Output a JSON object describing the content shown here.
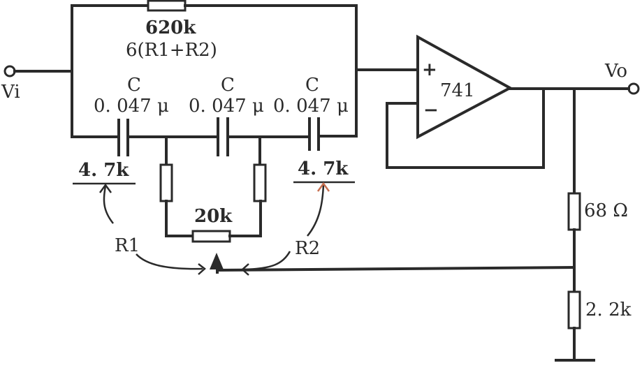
{
  "diagram": {
    "type": "circuit-schematic",
    "title": "Twin-T style notch filter with 741 op-amp buffer",
    "labels": {
      "vin": "Vi",
      "vout": "Vo",
      "r_top_value": "620k",
      "r_top_formula": "6(R1+R2)",
      "cap1_name": "C",
      "cap1_value": "0. 047 μ",
      "cap2_name": "C",
      "cap2_value": "0. 047 μ",
      "cap3_name": "C",
      "cap3_value": "0. 047 μ",
      "r1_value": "4. 7k",
      "r2_value": "4. 7k",
      "pot_value": "20k",
      "r1_name": "R1",
      "r2_name": "R2",
      "opamp": "741",
      "opamp_plus": "+",
      "opamp_minus": "−",
      "r_out_top": "68 Ω",
      "r_out_bottom": "2. 2k"
    },
    "components": [
      {
        "id": "R_top",
        "type": "resistor",
        "value": "620k"
      },
      {
        "id": "C1",
        "type": "capacitor",
        "value": "0.047μ"
      },
      {
        "id": "C2",
        "type": "capacitor",
        "value": "0.047μ"
      },
      {
        "id": "C3",
        "type": "capacitor",
        "value": "0.047μ"
      },
      {
        "id": "R1",
        "type": "resistor",
        "value": "4.7k"
      },
      {
        "id": "R2",
        "type": "resistor",
        "value": "4.7k"
      },
      {
        "id": "POT",
        "type": "potentiometer",
        "value": "20k"
      },
      {
        "id": "U1",
        "type": "op-amp",
        "value": "741"
      },
      {
        "id": "R_a",
        "type": "resistor",
        "value": "68Ω"
      },
      {
        "id": "R_b",
        "type": "resistor",
        "value": "2.2k"
      }
    ]
  }
}
